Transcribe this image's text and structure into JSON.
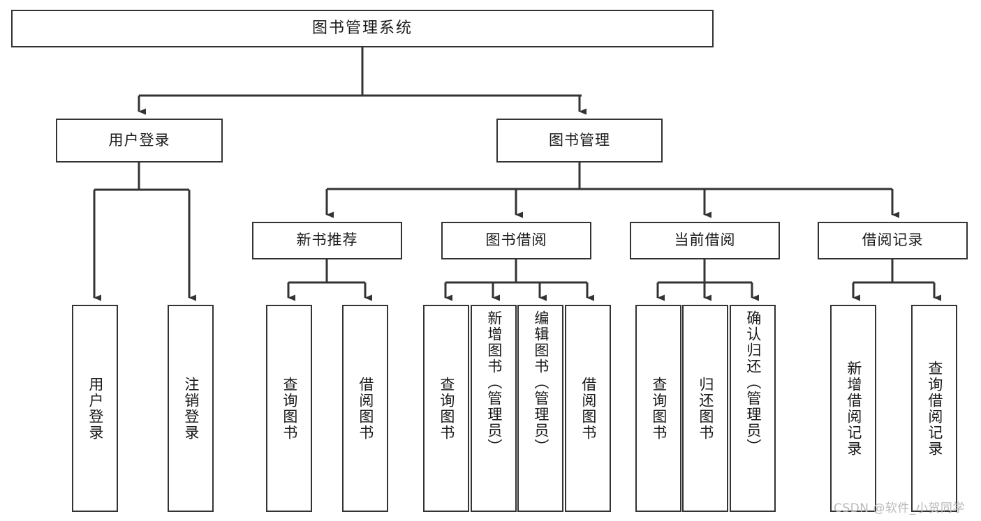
{
  "diagram": {
    "type": "tree-hierarchy-chart",
    "title": "图书管理系统",
    "orientation": "top-down",
    "box_stroke_color": "#333333",
    "box_fill_color": "#ffffff",
    "edge_color": "#333333",
    "text_color": "#1a1a1a",
    "background_color": "#ffffff"
  },
  "watermark": {
    "text": "CSDN @软件_小贺同学",
    "color": "#b9b9b9"
  },
  "nodes": {
    "root": {
      "label": "图书管理系统",
      "level": 0
    },
    "level1": [
      {
        "id": "user-login",
        "label": "用户登录",
        "level": 1
      },
      {
        "id": "book-manage",
        "label": "图书管理",
        "level": 1
      }
    ],
    "level2": [
      {
        "id": "new-book-recommend",
        "label": "新书推荐",
        "level": 2,
        "parent": "book-manage"
      },
      {
        "id": "book-borrow",
        "label": "图书借阅",
        "level": 2,
        "parent": "book-manage"
      },
      {
        "id": "current-borrow",
        "label": "当前借阅",
        "level": 2,
        "parent": "book-manage"
      },
      {
        "id": "borrow-record",
        "label": "借阅记录",
        "level": 2,
        "parent": "book-manage"
      }
    ],
    "leaves": [
      {
        "id": "leaf-user-login",
        "label": "用户登录",
        "parent": "user-login"
      },
      {
        "id": "leaf-logout-login",
        "label": "注销登录",
        "parent": "user-login"
      },
      {
        "id": "leaf-query-book-1",
        "label": "查询图书",
        "parent": "new-book-recommend"
      },
      {
        "id": "leaf-borrow-book-1",
        "label": "借阅图书",
        "parent": "new-book-recommend"
      },
      {
        "id": "leaf-query-book-2",
        "label": "查询图书",
        "parent": "book-borrow"
      },
      {
        "id": "leaf-add-book",
        "label": "新增图书（管理员）",
        "parent": "book-borrow"
      },
      {
        "id": "leaf-edit-book",
        "label": "编辑图书（管理员）",
        "parent": "book-borrow"
      },
      {
        "id": "leaf-borrow-book-2",
        "label": "借阅图书",
        "parent": "book-borrow"
      },
      {
        "id": "leaf-query-book-3",
        "label": "查询图书",
        "parent": "current-borrow"
      },
      {
        "id": "leaf-return-book",
        "label": "归还图书",
        "parent": "current-borrow"
      },
      {
        "id": "leaf-confirm-return",
        "label": "确认归还（管理员）",
        "parent": "current-borrow"
      },
      {
        "id": "leaf-add-record",
        "label": "新增借阅记录",
        "parent": "borrow-record"
      },
      {
        "id": "leaf-query-record",
        "label": "查询借阅记录",
        "parent": "borrow-record"
      }
    ]
  }
}
